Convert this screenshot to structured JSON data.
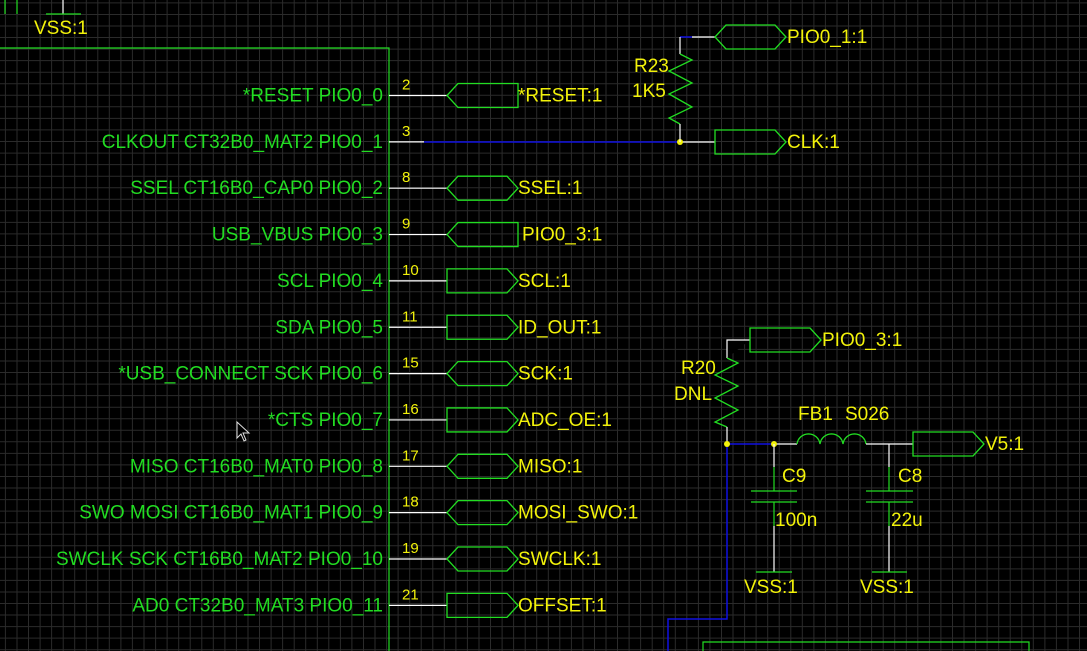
{
  "app": {
    "view": "schematic-editor"
  },
  "colors": {
    "background": "#000000",
    "grid": "#2b2b2b",
    "symbol_body": "#22dd22",
    "pin_label": "#22dd22",
    "net_label": "#f2f20a",
    "wire": "#1010e0",
    "pin_stub": "#ffffff",
    "junction": "#f2f20a"
  },
  "top_left_power": {
    "net": "VSS:1"
  },
  "ic_pins": [
    {
      "label": "*RESET PIO0_0",
      "number": "2",
      "port": {
        "net": "*RESET:1",
        "direction": "input"
      }
    },
    {
      "label": "CLKOUT CT32B0_MAT2 PIO0_1",
      "number": "3",
      "port": null
    },
    {
      "label": "SSEL CT16B0_CAP0 PIO0_2",
      "number": "8",
      "port": {
        "net": "SSEL:1",
        "direction": "bidirectional"
      }
    },
    {
      "label": "USB_VBUS PIO0_3",
      "number": "9",
      "port": {
        "net": "PIO0_3:1",
        "direction": "input"
      }
    },
    {
      "label": "SCL PIO0_4",
      "number": "10",
      "port": {
        "net": "SCL:1",
        "direction": "output"
      }
    },
    {
      "label": "SDA PIO0_5",
      "number": "11",
      "port": {
        "net": "ID_OUT:1",
        "direction": "output"
      }
    },
    {
      "label": "*USB_CONNECT SCK PIO0_6",
      "number": "15",
      "port": {
        "net": "SCK:1",
        "direction": "bidirectional"
      }
    },
    {
      "label": "*CTS PIO0_7",
      "number": "16",
      "port": {
        "net": "ADC_OE:1",
        "direction": "output"
      }
    },
    {
      "label": "MISO CT16B0_MAT0 PIO0_8",
      "number": "17",
      "port": {
        "net": "MISO:1",
        "direction": "bidirectional"
      }
    },
    {
      "label": "SWO MOSI CT16B0_MAT1 PIO0_9",
      "number": "18",
      "port": {
        "net": "MOSI_SWO:1",
        "direction": "bidirectional"
      }
    },
    {
      "label": "SWCLK SCK CT16B0_MAT2 PIO0_10",
      "number": "19",
      "port": {
        "net": "SWCLK:1",
        "direction": "bidirectional"
      }
    },
    {
      "label": "AD0 CT32B0_MAT3 PIO0_11",
      "number": "21",
      "port": {
        "net": "OFFSET:1",
        "direction": "output"
      }
    }
  ],
  "r23": {
    "ref": "R23",
    "value": "1K5",
    "top_port": {
      "net": "PIO0_1:1",
      "direction": "bidirectional"
    },
    "bottom_port": {
      "net": "CLK:1",
      "direction": "output"
    }
  },
  "r20": {
    "ref": "R20",
    "value": "DNL",
    "top_port": {
      "net": "PIO0_3:1",
      "direction": "output"
    }
  },
  "fb1": {
    "ref": "FB1",
    "value": "S026"
  },
  "v5_port": {
    "net": "V5:1",
    "direction": "output"
  },
  "c9": {
    "ref": "C9",
    "value": "100n",
    "ground": "VSS:1"
  },
  "c8": {
    "ref": "C8",
    "value": "22u",
    "ground": "VSS:1"
  }
}
